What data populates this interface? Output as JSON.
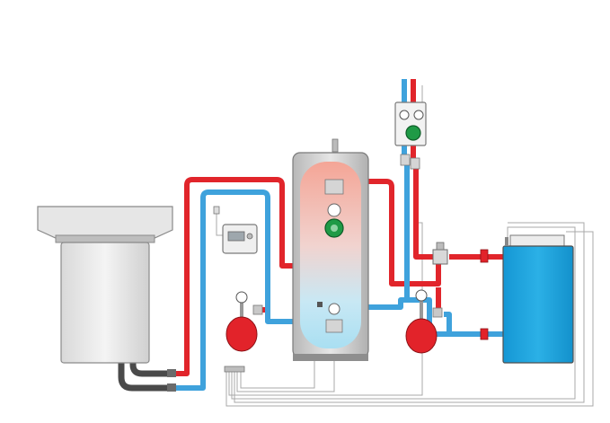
{
  "colors": {
    "hot_pipe": "#e1252b",
    "cold_pipe": "#3fa2dc",
    "ground_loop": "#4a4a4a",
    "signal_wire": "#9a9a9a",
    "boiler_body": "#1aa3de",
    "vessel_red": "#e2232a",
    "pump_green": "#1f9a46",
    "casing_grey": "#cfcfcf",
    "tank_hot": "#f4a596",
    "tank_cold": "#a9dff2"
  },
  "components": [
    {
      "id": "heat-pump",
      "icon": "heat-pump-unit"
    },
    {
      "id": "controller",
      "icon": "control-panel"
    },
    {
      "id": "buffer-tank",
      "icon": "stratified-storage-tank"
    },
    {
      "id": "expansion-vessel-left",
      "icon": "expansion-vessel"
    },
    {
      "id": "expansion-vessel-right",
      "icon": "expansion-vessel"
    },
    {
      "id": "pump-station",
      "icon": "circulation-pump-group"
    },
    {
      "id": "boiler",
      "icon": "gas-boiler"
    },
    {
      "id": "mixing-valve",
      "icon": "three-way-valve"
    }
  ]
}
